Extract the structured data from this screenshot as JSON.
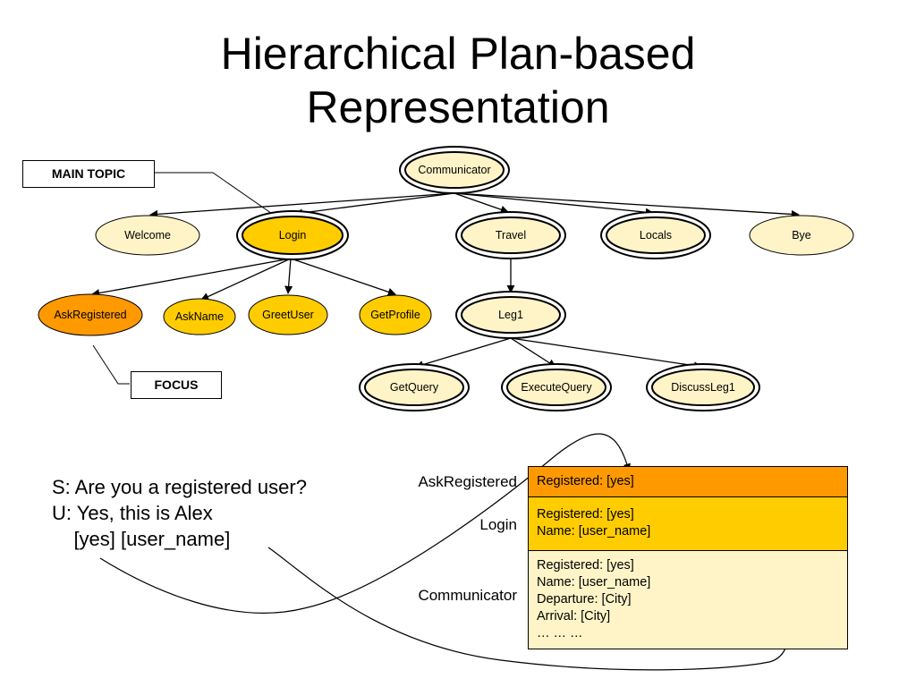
{
  "title": [
    "Hierarchical Plan-based",
    "Representation"
  ],
  "callouts": {
    "main_topic": "MAIN TOPIC",
    "focus": "FOCUS"
  },
  "colors": {
    "pale": "#FFF4C8",
    "gold": "#FFCC00",
    "orange": "#FF9900",
    "outline": "#000000"
  },
  "nodes": {
    "communicator": "Communicator",
    "welcome": "Welcome",
    "login": "Login",
    "travel": "Travel",
    "locals": "Locals",
    "bye": "Bye",
    "ask_registered": "AskRegistered",
    "ask_name": "AskName",
    "greet_user": "GreetUser",
    "get_profile": "GetProfile",
    "leg1": "Leg1",
    "get_query": "GetQuery",
    "execute_query": "ExecuteQuery",
    "discuss_leg1": "DiscussLeg1"
  },
  "dialog": {
    "system": "S: Are you a registered user?",
    "user": "U: Yes, this is Alex",
    "tags": "    [yes] [user_name]"
  },
  "context_stack": [
    {
      "label": "AskRegistered",
      "color": "#FF9900",
      "lines": [
        "Registered: [yes]"
      ]
    },
    {
      "label": "Login",
      "color": "#FFCC00",
      "lines": [
        "Registered: [yes]",
        "Name: [user_name]"
      ]
    },
    {
      "label": "Communicator",
      "color": "#FFF4C8",
      "lines": [
        "Registered: [yes]",
        "Name: [user_name]",
        "Departure: [City]",
        "Arrival: [City]",
        "… … …"
      ]
    }
  ]
}
